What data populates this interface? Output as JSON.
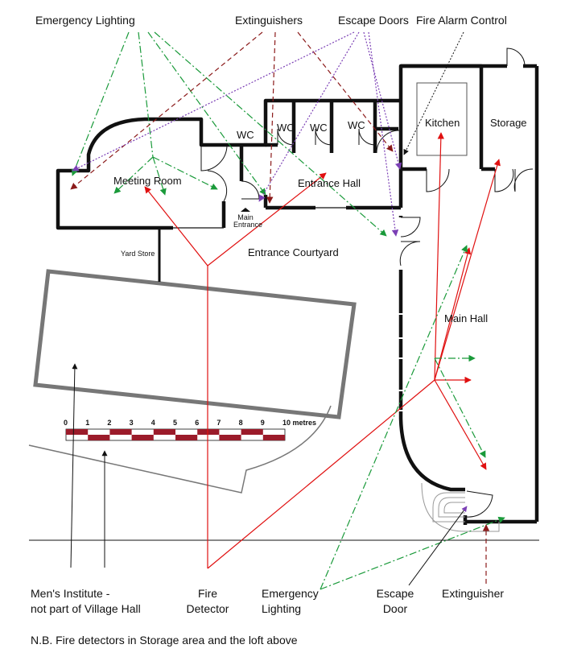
{
  "legend_top": {
    "emergency_lighting": "Emergency Lighting",
    "extinguishers": "Extinguishers",
    "escape_doors": "Escape Doors",
    "fire_alarm_control": "Fire Alarm Control"
  },
  "rooms": {
    "wc_1": "WC",
    "wc_2": "WC",
    "wc_3": "WC",
    "wc_4": "WC",
    "kitchen": "Kitchen",
    "storage": "Storage",
    "meeting_room": "Meeting Room",
    "entrance_hall": "Entrance Hall",
    "main_entrance_line1": "Main",
    "main_entrance_line2": "Entrance",
    "entrance_courtyard": "Entrance Courtyard",
    "yard_store": "Yard Store",
    "main_hall": "Main Hall"
  },
  "scale_bar": {
    "ticks": [
      "0",
      "1",
      "2",
      "3",
      "4",
      "5",
      "6",
      "7",
      "8",
      "9",
      "10 metres"
    ]
  },
  "legend_bottom": {
    "mens_institute_line1": "Men's Institute -",
    "mens_institute_line2": "not part of Village Hall",
    "fire_detector_line1": "Fire",
    "fire_detector_line2": "Detector",
    "emergency_lighting_line1": "Emergency",
    "emergency_lighting_line2": "Lighting",
    "escape_door_line1": "Escape",
    "escape_door_line2": "Door",
    "extinguisher": "Extinguisher"
  },
  "note": "N.B.  Fire detectors in Storage area and the loft above",
  "colors": {
    "walls": "#111111",
    "neighbour_building": "#777777",
    "fire_detector": "#e01010",
    "emergency_lighting": "#1a9a3a",
    "extinguisher": "#8b1a1a",
    "escape_door": "#7b3fb5",
    "scale_bar": "#9b1b2a"
  }
}
